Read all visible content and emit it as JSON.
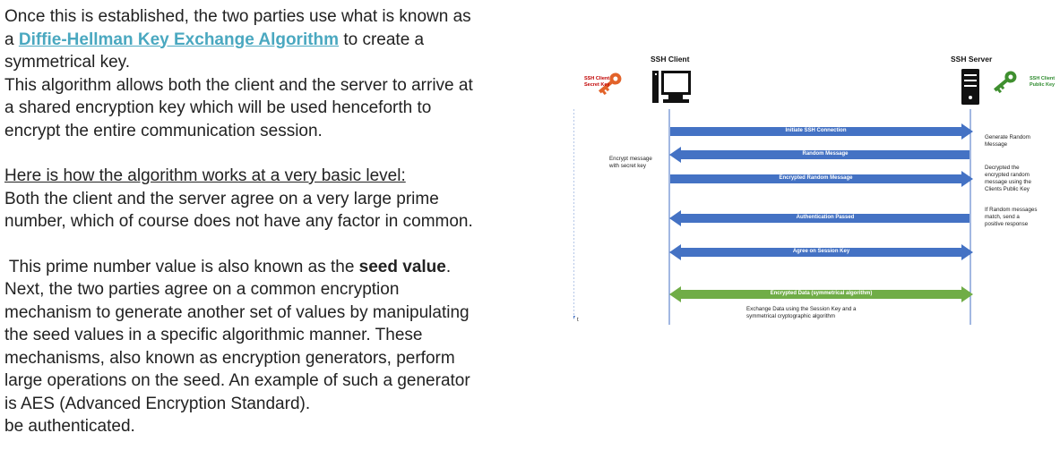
{
  "text": {
    "p1_a": "Once this is established, the two parties use what is known as",
    "p1_b": "a ",
    "p1_link": "Diffie-Hellman Key Exchange Algorithm",
    "p1_c": " to create a",
    "p1_d": "symmetrical key.",
    "p2_a": "This algorithm allows both the client and the server to arrive at",
    "p2_b": "a shared encryption key which will be used henceforth to",
    "p2_c": "encrypt the entire communication session.",
    "p3_head": "Here is how the algorithm works at a very basic level:",
    "p3_a": "Both the client and the server agree on a very large prime",
    "p3_b": "number, which of course does not have any factor in common.",
    "p4_a": " This prime number value is also known as the ",
    "p4_bold": "seed value",
    "p4_a_end": ".",
    "p4_b": "Next, the two parties agree on a common encryption",
    "p4_c": "mechanism to generate another set of values by manipulating",
    "p4_d": "the seed values in a specific algorithmic manner. These",
    "p4_e": "mechanisms, also known as encryption generators, perform",
    "p4_f": "large operations on the seed. An example of such a generator",
    "p4_g": "is AES (Advanced Encryption Standard).",
    "p4_h": "be authenticated."
  },
  "diagram": {
    "client_title": "SSH Client",
    "server_title": "SSH Server",
    "client_key_label": "SSH Client\nSecret Key",
    "server_key_label": "SSH Client\nPublic Key",
    "time_label": "t",
    "colors": {
      "blue": "#4472c4",
      "green": "#70ad47",
      "client_key": "#e2632a",
      "server_key": "#3f8f2f",
      "client_key_text": "#c00000",
      "server_key_text": "#2e8b2e"
    },
    "arrows": [
      "Initiate SSH Connection",
      "Random Message",
      "Encrypted Random Message",
      "Authentication Passed",
      "Agree on Session Key",
      "Encrypted Data (symmetrical algorithm)"
    ],
    "left_note": "Encrypt message\nwith secret key",
    "right_notes": [
      "Generate Random\nMessage",
      "Decrypted the\nencrypted random\nmessage using the\nClients Public Key",
      "If Random messages\nmatch, send a\npositive response"
    ],
    "bottom_note": "Exchange Data using the Session Key and a\nsymmetrical cryptographic algorithm"
  }
}
